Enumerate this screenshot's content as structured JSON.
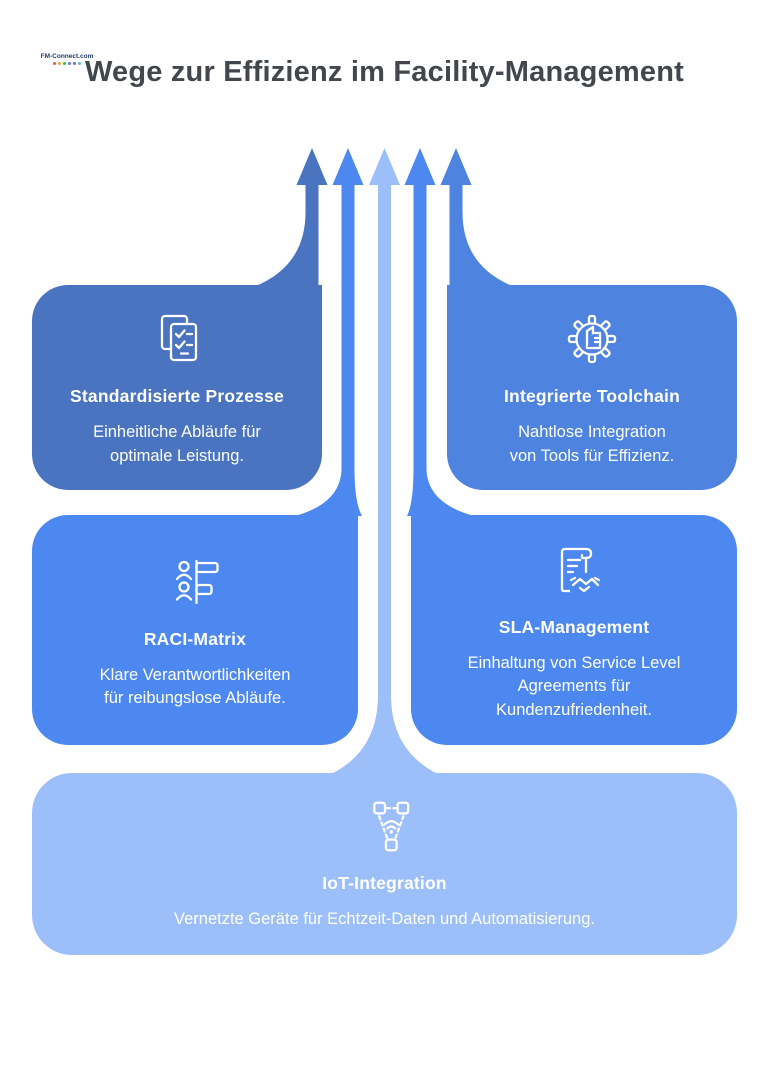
{
  "header": {
    "logo_text": "FM-Connect.com",
    "title": "Wege zur Effizienz im Facility-Management",
    "title_color": "#42474e"
  },
  "arrows": {
    "count": 5,
    "direction": "up",
    "colors": [
      "#4a74c0",
      "#4d88f0",
      "#9dbff9",
      "#4d88f0",
      "#4f83e0"
    ]
  },
  "cards": [
    {
      "title": "Standardisierte Prozesse",
      "description_lines": [
        "Einheitliche Abläufe für",
        "optimale Leistung."
      ],
      "icon": "checklist-documents-icon",
      "color": "#4a74c0"
    },
    {
      "title": "Integrierte Toolchain",
      "description_lines": [
        "Nahtlose Integration",
        "von Tools für Effizienz."
      ],
      "icon": "gear-document-icon",
      "color": "#4f83e0"
    },
    {
      "title": "RACI-Matrix",
      "description_lines": [
        "Klare Verantwortlichkeiten",
        "für reibungslose Abläufe."
      ],
      "icon": "people-matrix-icon",
      "color": "#4d88f0"
    },
    {
      "title": "SLA-Management",
      "description_lines": [
        "Einhaltung von Service Level",
        "Agreements für",
        "Kundenzufriedenheit."
      ],
      "icon": "contract-handshake-icon",
      "color": "#4d88f0"
    },
    {
      "title": "IoT-Integration",
      "description_lines": [
        "Vernetzte Geräte für Echtzeit-Daten und Automatisierung."
      ],
      "icon": "iot-network-icon",
      "color": "#9dbff9"
    }
  ]
}
